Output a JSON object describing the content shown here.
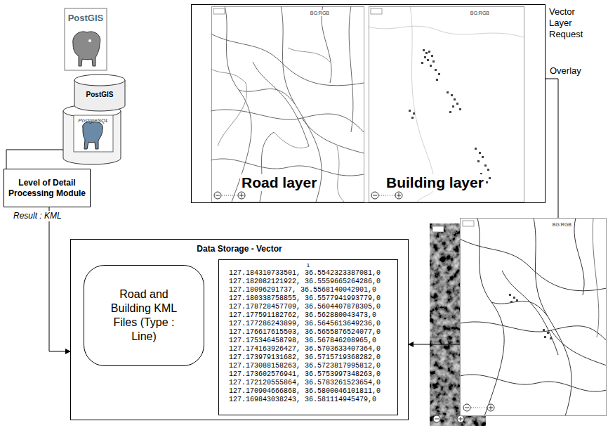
{
  "diagram": {
    "nodes": [
      {
        "text": [
          "PostGIS",
          "PostGIS",
          "PostgreSQL"
        ]
      },
      {
        "text": [
          "Vector Layer Request"
        ]
      },
      {
        "text": [
          "BG:RGB",
          "Road layer"
        ],
        "in": 1
      },
      {
        "text": [
          "BG:RGB",
          "Building layer"
        ],
        "in": 1
      },
      {
        "text": [
          "Level of Detail Processing Module"
        ]
      },
      {
        "text": [
          "Data Storage - Vector"
        ]
      },
      {
        "text": [
          "Road and Building KML Files (Type : Line)"
        ],
        "in": 5
      },
      {
        "text": [
          "1",
          "127.184310733501, 36.5542323387081,0",
          "127.182082121922, 36.5559665264286,0",
          "127.18096291737, 36.5568140042901,0",
          "127.180338758855, 36.5577941993779,0",
          "127.178728457709, 36.5604407878305,0",
          "127.177591182762, 36.562880043473,0",
          "127.177286243899, 36.5645613649236,0",
          "127.176617615503, 36.5655876524077,0",
          "127.175346458798, 36.567846208965,0",
          "127.174163926427, 36.5703633407364,0",
          "127.173979131682, 36.5715719368282,0",
          "127.173088158263, 36.5723817995812,0",
          "127.173602576941, 36.5753997348263,0",
          "127.172120555864, 36.5783261523654,0",
          "127.170904666868, 36.5800046101811,0",
          "127.169843038243, 36.581114945479,0"
        ],
        "in": 5
      },
      {
        "text": [
          "BG:RGB"
        ]
      }
    ],
    "edges": [
      {
        "from": 4,
        "to": 0,
        "arrow": "none"
      },
      {
        "from": 4,
        "to": 5,
        "arrow": "to",
        "label": "Result : KML"
      },
      {
        "from": 1,
        "to": 8,
        "arrow": "none",
        "label": "Overlay"
      },
      {
        "from": 8,
        "to": 5,
        "arrow": "to"
      }
    ]
  }
}
